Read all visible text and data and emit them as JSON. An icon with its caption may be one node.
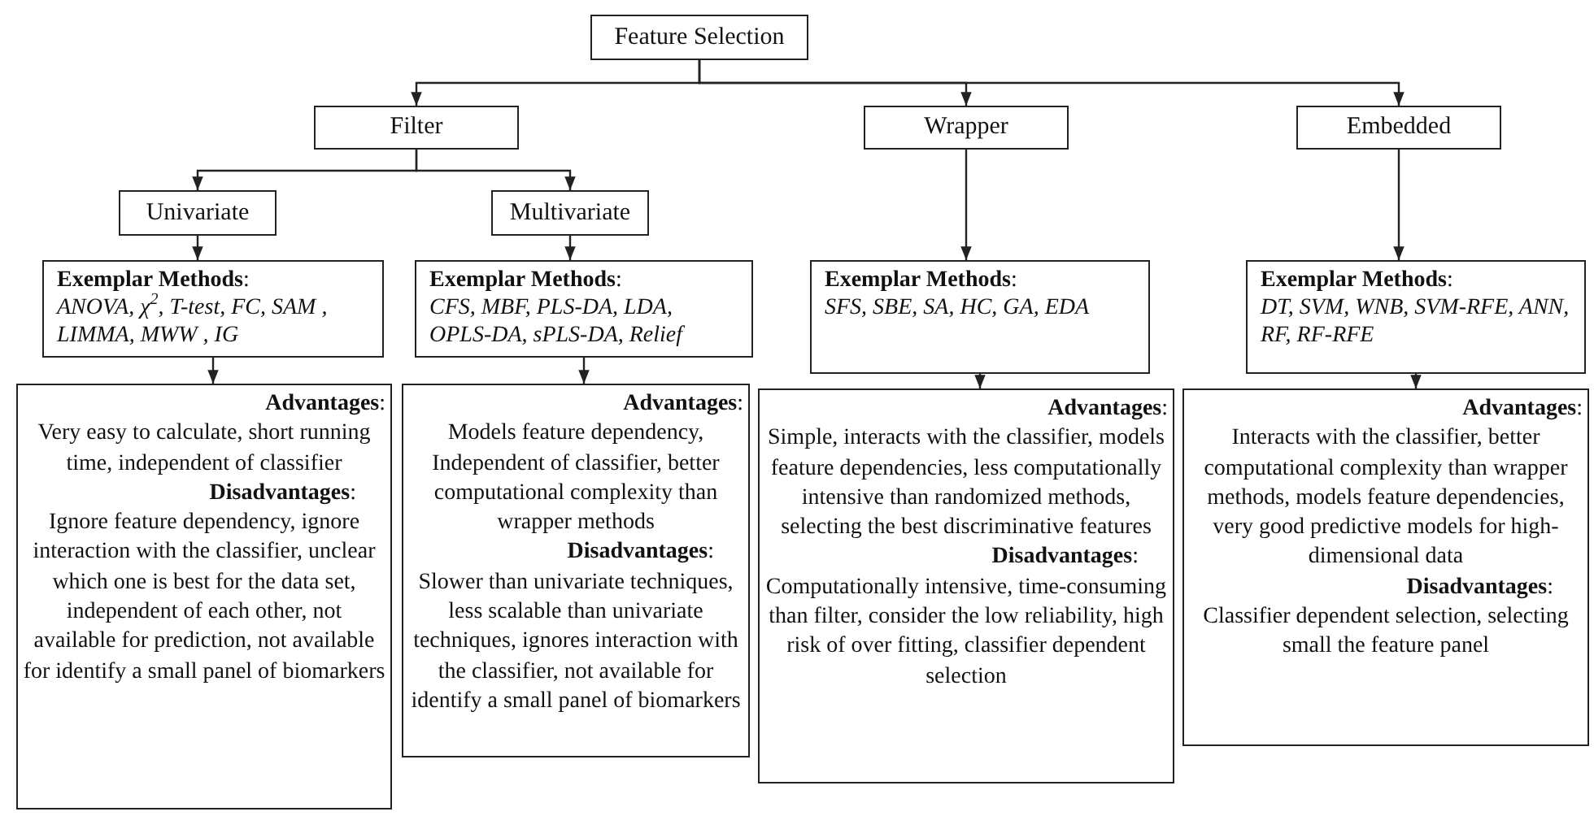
{
  "diagram": {
    "nodes": [
      {
        "text": [
          "Feature Selection"
        ]
      },
      {
        "text": [
          "Filter"
        ]
      },
      {
        "text": [
          "Wrapper"
        ]
      },
      {
        "text": [
          "Embedded"
        ]
      },
      {
        "text": [
          "Univariate"
        ]
      },
      {
        "text": [
          "Multivariate"
        ]
      },
      {
        "text": [
          "**Exemplar Methods**:",
          "ANOVA, χ$^{2}$, T-test, FC, SAM , LIMMA, MWW , IG"
        ]
      },
      {
        "text": [
          "**Exemplar Methods**:",
          "CFS, MBF, PLS-DA, LDA, OPLS-DA, sPLS-DA, Relief"
        ]
      },
      {
        "text": [
          "**Exemplar Methods**:",
          "SFS, SBE, SA, HC, GA, EDA"
        ]
      },
      {
        "text": [
          "**Exemplar Methods**:",
          "DT, SVM, WNB, SVM-RFE, ANN, RF, RF-RFE"
        ]
      },
      {
        "text": [
          "**Advantages**:",
          "Very easy to calculate, short running time, independent of classifier",
          "**Disadvantages**:",
          "Ignore feature dependency, ignore interaction with the classifier, unclear which one is best for the data set, independent of each other, not available for prediction, not available for identify a small panel of biomarkers"
        ]
      },
      {
        "text": [
          "**Advantages**:",
          "Models feature dependency, Independent of classifier, better computational complexity than wrapper methods",
          "**Disadvantages**:",
          "Slower than univariate techniques, less scalable than univariate techniques, ignores interaction with the classifier, not available for identify a small panel of biomarkers"
        ]
      },
      {
        "text": [
          "**Advantages**:",
          "Simple, interacts with the classifier, models feature dependencies, less computationally intensive than randomized methods, selecting the best discriminative features",
          "**Disadvantages**:",
          "Computationally intensive, time-consuming than filter, consider the low reliability, high risk of over fitting, classifier dependent selection"
        ]
      },
      {
        "text": [
          "**Advantages**:",
          "Interacts with the classifier, better computational complexity than wrapper methods, models feature dependencies, very good predictive models for high-dimensional data",
          "**Disadvantages**:",
          "Classifier dependent selection, selecting small the feature panel"
        ]
      }
    ],
    "edges": [
      {
        "from": 0,
        "to": 1,
        "arrow": "to"
      },
      {
        "from": 0,
        "to": 2,
        "arrow": "to"
      },
      {
        "from": 0,
        "to": 3,
        "arrow": "to"
      },
      {
        "from": 1,
        "to": 4,
        "arrow": "to"
      },
      {
        "from": 1,
        "to": 5,
        "arrow": "to"
      },
      {
        "from": 4,
        "to": 6,
        "arrow": "to"
      },
      {
        "from": 5,
        "to": 7,
        "arrow": "to"
      },
      {
        "from": 2,
        "to": 8,
        "arrow": "to"
      },
      {
        "from": 3,
        "to": 9,
        "arrow": "to"
      },
      {
        "from": 6,
        "to": 10,
        "arrow": "to"
      },
      {
        "from": 7,
        "to": 11,
        "arrow": "to"
      },
      {
        "from": 8,
        "to": 12,
        "arrow": "to"
      },
      {
        "from": 9,
        "to": 13,
        "arrow": "to"
      }
    ]
  }
}
